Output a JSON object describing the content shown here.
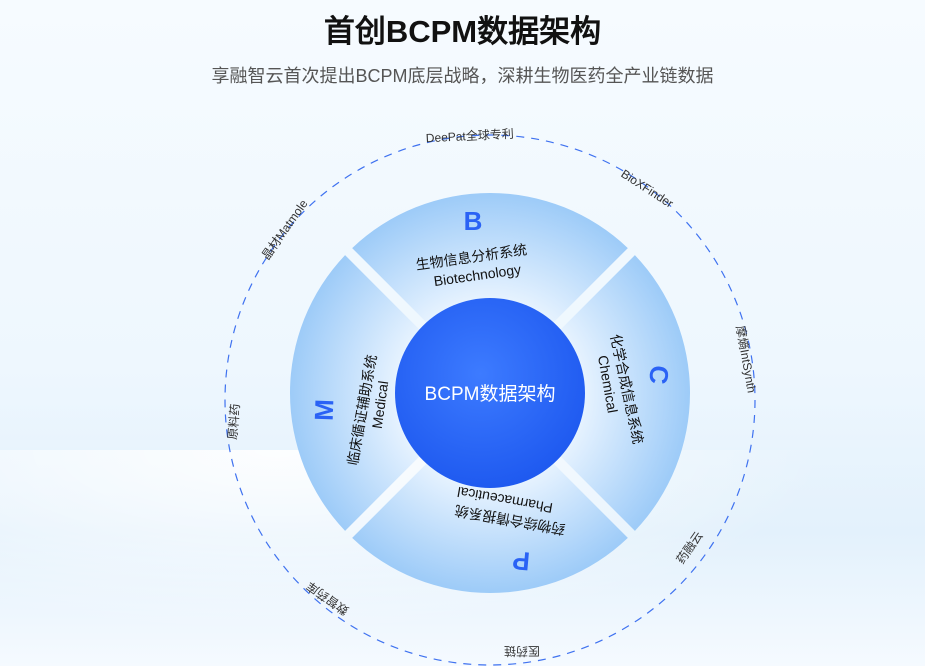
{
  "header": {
    "title": "首创BCPM数据架构",
    "subtitle": "享融智云首次提出BCPM底层战略，深耕生物医药全产业链数据"
  },
  "center": {
    "label": "BCPM数据架构"
  },
  "segments": {
    "b": {
      "letter": "B",
      "cn": "生物信息分析系统",
      "en": "Biotechnology"
    },
    "c": {
      "letter": "C",
      "cn": "化学合成信息系统",
      "en": "Chemical"
    },
    "p": {
      "letter": "P",
      "cn": "药物综合情报系统",
      "en": "Pharmaceutical"
    },
    "m": {
      "letter": "M",
      "cn": "临床循证辅助系统",
      "en": "Medical"
    }
  },
  "outer_labels": [
    "DeePat全球专利",
    "BioXFinder",
    "摩熵IntSynth",
    "药融云",
    "医药链",
    "数智药库",
    "原料药",
    "晶材Matmole"
  ],
  "colors": {
    "accent": "#2a62f5",
    "ring": "#a9d2fb"
  }
}
